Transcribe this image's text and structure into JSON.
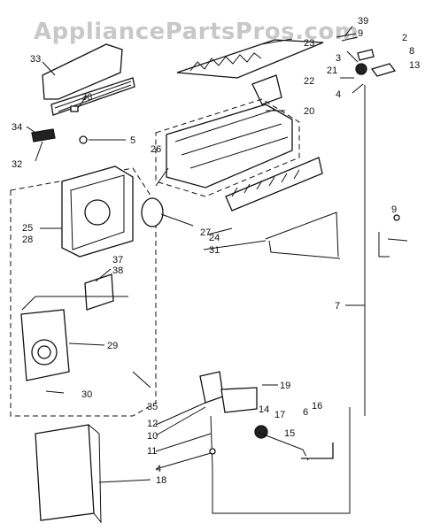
{
  "watermark": "AppliancePartsPros.com",
  "callouts": [
    {
      "id": "39",
      "text": "39"
    },
    {
      "id": "9a",
      "text": "9"
    },
    {
      "id": "2",
      "text": "2"
    },
    {
      "id": "23",
      "text": "23"
    },
    {
      "id": "8",
      "text": "8"
    },
    {
      "id": "33",
      "text": "33"
    },
    {
      "id": "3",
      "text": "3"
    },
    {
      "id": "13",
      "text": "13"
    },
    {
      "id": "21",
      "text": "21"
    },
    {
      "id": "22",
      "text": "22"
    },
    {
      "id": "36",
      "text": "36"
    },
    {
      "id": "4a",
      "text": "4"
    },
    {
      "id": "20",
      "text": "20"
    },
    {
      "id": "34",
      "text": "34"
    },
    {
      "id": "5",
      "text": "5"
    },
    {
      "id": "32",
      "text": "32"
    },
    {
      "id": "26",
      "text": "26"
    },
    {
      "id": "25",
      "text": "25"
    },
    {
      "id": "28",
      "text": "28"
    },
    {
      "id": "27",
      "text": "27"
    },
    {
      "id": "24",
      "text": "24"
    },
    {
      "id": "31",
      "text": "31"
    },
    {
      "id": "9b",
      "text": "9"
    },
    {
      "id": "37",
      "text": "37"
    },
    {
      "id": "38",
      "text": "38"
    },
    {
      "id": "7",
      "text": "7"
    },
    {
      "id": "29",
      "text": "29"
    },
    {
      "id": "30",
      "text": "30"
    },
    {
      "id": "19",
      "text": "19"
    },
    {
      "id": "35",
      "text": "35"
    },
    {
      "id": "12",
      "text": "12"
    },
    {
      "id": "14",
      "text": "14"
    },
    {
      "id": "17",
      "text": "17"
    },
    {
      "id": "6",
      "text": "6"
    },
    {
      "id": "16",
      "text": "16"
    },
    {
      "id": "10",
      "text": "10"
    },
    {
      "id": "15",
      "text": "15"
    },
    {
      "id": "11",
      "text": "11"
    },
    {
      "id": "4b",
      "text": "4"
    },
    {
      "id": "18",
      "text": "18"
    }
  ]
}
